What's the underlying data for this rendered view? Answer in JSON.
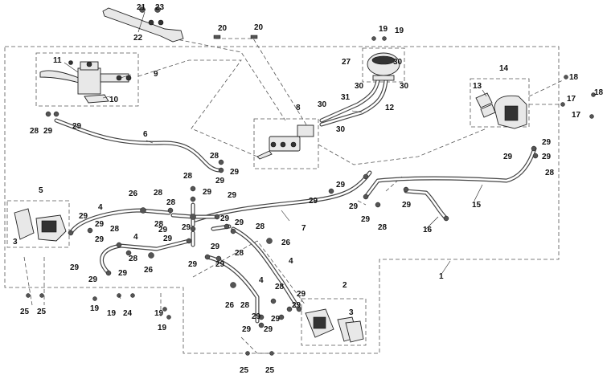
{
  "callouts": {
    "n1": "1",
    "n2": "2",
    "n3": "3",
    "n4": "4",
    "n5": "5",
    "n6": "6",
    "n7": "7",
    "n8": "8",
    "n9": "9",
    "n10": "10",
    "n11": "11",
    "n12": "12",
    "n13": "13",
    "n14": "14",
    "n15": "15",
    "n16": "16",
    "n17": "17",
    "n18": "18",
    "n19": "19",
    "n20": "20",
    "n21": "21",
    "n22": "22",
    "n23": "23",
    "n24": "24",
    "n25": "25",
    "n26": "26",
    "n27": "27",
    "n28": "28",
    "n29": "29",
    "n30": "30",
    "n31": "31"
  },
  "colors": {
    "line": "#222222",
    "background": "#ffffff"
  }
}
